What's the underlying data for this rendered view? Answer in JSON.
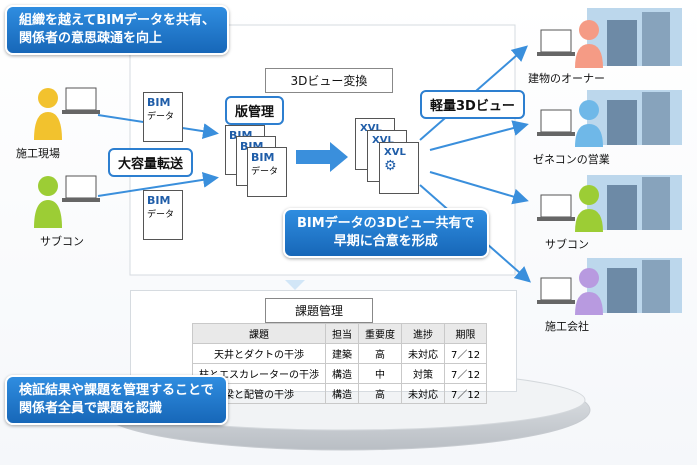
{
  "callouts": {
    "top": [
      "組織を越えてBIMデータを共有、",
      "関係者の意思疎通を向上"
    ],
    "middle": [
      "BIMデータの3Dビュー共有で",
      "早期に合意を形成"
    ],
    "bottom": [
      "検証結果や課題を管理することで",
      "関係者全員で課題を認識"
    ]
  },
  "labels": {
    "view_conversion": "3Dビュー変換",
    "version_control": "版管理",
    "bulk_transfer": "大容量転送",
    "lightweight_view": "軽量3Dビュー",
    "issue_management": "課題管理",
    "bim_doc_top": "BIM",
    "bim_doc_sub": "データ",
    "xvl": "XVL"
  },
  "left_actors": [
    "施工現場",
    "サブコン"
  ],
  "right_actors": [
    "建物のオーナー",
    "ゼネコンの営業",
    "サブコン",
    "施工会社"
  ],
  "issue_table": {
    "headers": [
      "課題",
      "担当",
      "重要度",
      "進捗",
      "期限"
    ],
    "rows": [
      [
        "天井とダクトの干渉",
        "建築",
        "高",
        "未対応",
        "7／12"
      ],
      [
        "柱とエスカレーターの干渉",
        "構造",
        "中",
        "対策",
        "7／12"
      ],
      [
        "梁と配管の干渉",
        "構造",
        "高",
        "未対応",
        "7／12"
      ]
    ]
  },
  "colors": {
    "accent": "#2d7fd0",
    "callout": "#1f78cf",
    "person_left_top": "#f2c22e",
    "person_left_bottom": "#9ccd35",
    "person_right": [
      "#f59b85",
      "#6fb8e8",
      "#9ccd35",
      "#b89ae0"
    ]
  }
}
